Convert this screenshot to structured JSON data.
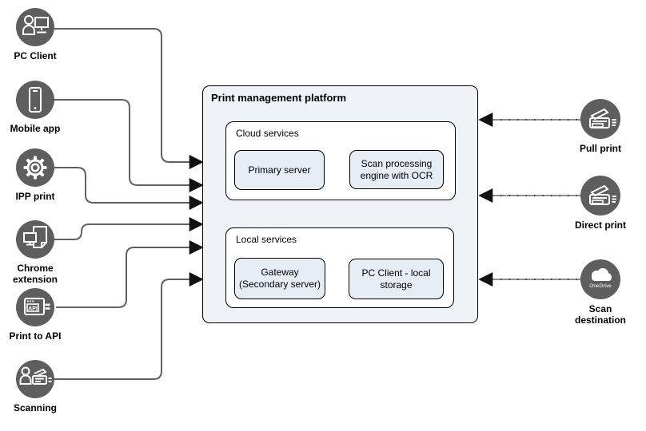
{
  "platform": {
    "title": "Print management platform",
    "groups": [
      {
        "label": "Cloud services",
        "boxes": [
          {
            "label": "Primary server"
          },
          {
            "label": "Scan processing engine with OCR"
          }
        ]
      },
      {
        "label": "Local services",
        "boxes": [
          {
            "label": "Gateway (Secondary server)"
          },
          {
            "label": "PC Client - local storage"
          }
        ]
      }
    ]
  },
  "left_nodes": [
    {
      "label": "PC Client",
      "icon": "pc-client-icon"
    },
    {
      "label": "Mobile app",
      "icon": "mobile-phone-icon"
    },
    {
      "label": "IPP print",
      "icon": "gear-icon"
    },
    {
      "label": "Chrome extension",
      "icon": "monitor-page-icon"
    },
    {
      "label": "Print to API",
      "icon": "api-window-icon",
      "icon_text": "API"
    },
    {
      "label": "Scanning",
      "icon": "person-scanner-icon"
    }
  ],
  "right_nodes": [
    {
      "label": "Pull print",
      "icon": "printer-icon"
    },
    {
      "label": "Direct print",
      "icon": "printer-icon"
    },
    {
      "label": "Scan destination",
      "icon": "onedrive-cloud-icon",
      "icon_text": "OneDrive"
    }
  ],
  "connections": [
    {
      "from": "PC Client",
      "to": "Print management platform",
      "style": "solid-arrow"
    },
    {
      "from": "Mobile app",
      "to": "Print management platform",
      "style": "solid-arrow"
    },
    {
      "from": "IPP print",
      "to": "Print management platform",
      "style": "solid-arrow"
    },
    {
      "from": "Chrome extension",
      "to": "Print management platform",
      "style": "solid-arrow"
    },
    {
      "from": "Print to API",
      "to": "Print management platform",
      "style": "solid-arrow"
    },
    {
      "from": "Scanning",
      "to": "Print management platform",
      "style": "solid-arrow"
    },
    {
      "from": "Pull print",
      "to": "Print management platform",
      "style": "ticked-arrow"
    },
    {
      "from": "Direct print",
      "to": "Print management platform",
      "style": "ticked-arrow"
    },
    {
      "from": "Scan destination",
      "to": "Print management platform",
      "style": "ticked-arrow"
    }
  ],
  "colors": {
    "platform_fill": "#eff3f8",
    "group_fill": "#ffffff",
    "leaf_fill": "#e7edf4",
    "icon_circle": "#5e5e5e",
    "connector": "#616161",
    "arrowhead": "#111111",
    "border": "#000000"
  }
}
